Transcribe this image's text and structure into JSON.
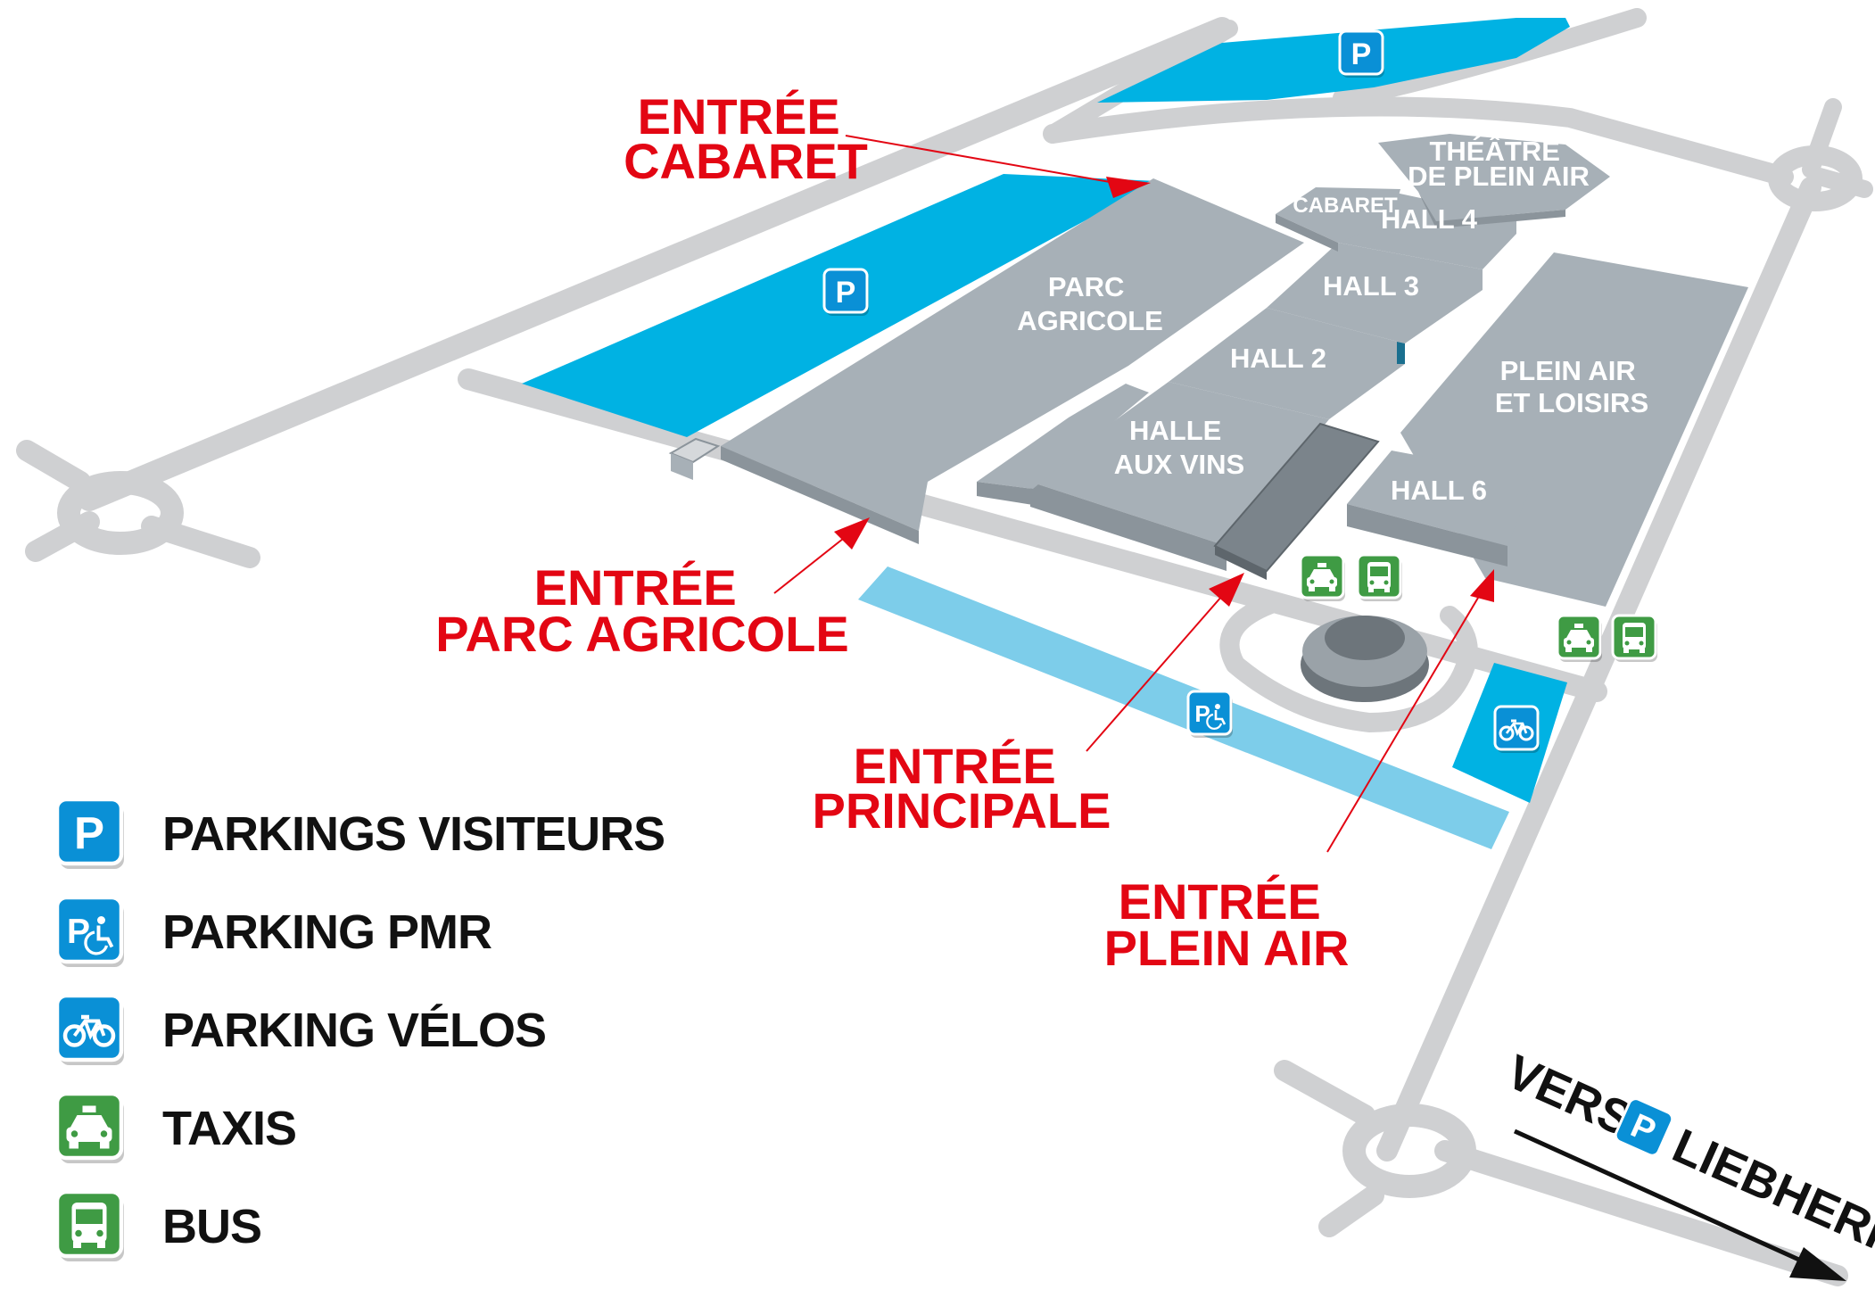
{
  "colors": {
    "road": "#cfd0d2",
    "building": "#a7b0b7",
    "building_dark": "#8b949b",
    "parking_blue": "#00b2e3",
    "parking_pmr_light": "#7dcdea",
    "entry_red": "#e30613",
    "icon_blue": "#0a90d6",
    "icon_green": "#3f9b44",
    "text_dark": "#111111"
  },
  "buildings": {
    "parc_agricole": [
      "PARC",
      "AGRICOLE"
    ],
    "halle_aux_vins": [
      "HALLE",
      "AUX VINS"
    ],
    "hall_2": "HALL 2",
    "hall_3": "HALL 3",
    "hall_4": "HALL 4",
    "cabaret": "CABARET",
    "theatre": [
      "THÉÂTRE",
      "DE PLEIN AIR"
    ],
    "plein_air": [
      "PLEIN AIR",
      "ET LOISIRS"
    ],
    "hall_6": "HALL 6"
  },
  "entries": {
    "cabaret": [
      "ENTRÉE",
      "CABARET"
    ],
    "parc_agricole": [
      "ENTRÉE",
      "PARC AGRICOLE"
    ],
    "principale": [
      "ENTRÉE",
      "PRINCIPALE"
    ],
    "plein_air": [
      "ENTRÉE",
      "PLEIN AIR"
    ]
  },
  "icons": {
    "parking_letter": "P",
    "parking_pmr_letter": "P"
  },
  "legend": [
    {
      "icon": "parking-icon",
      "label": "PARKINGS VISITEURS"
    },
    {
      "icon": "parking-pmr-icon",
      "label": "PARKING PMR"
    },
    {
      "icon": "bicycle-icon",
      "label": "PARKING VÉLOS"
    },
    {
      "icon": "taxi-icon",
      "label": "TAXIS"
    },
    {
      "icon": "bus-icon",
      "label": "BUS"
    }
  ],
  "direction": {
    "prefix": "VERS",
    "letter": "P",
    "suffix": "LIEBHERR"
  }
}
